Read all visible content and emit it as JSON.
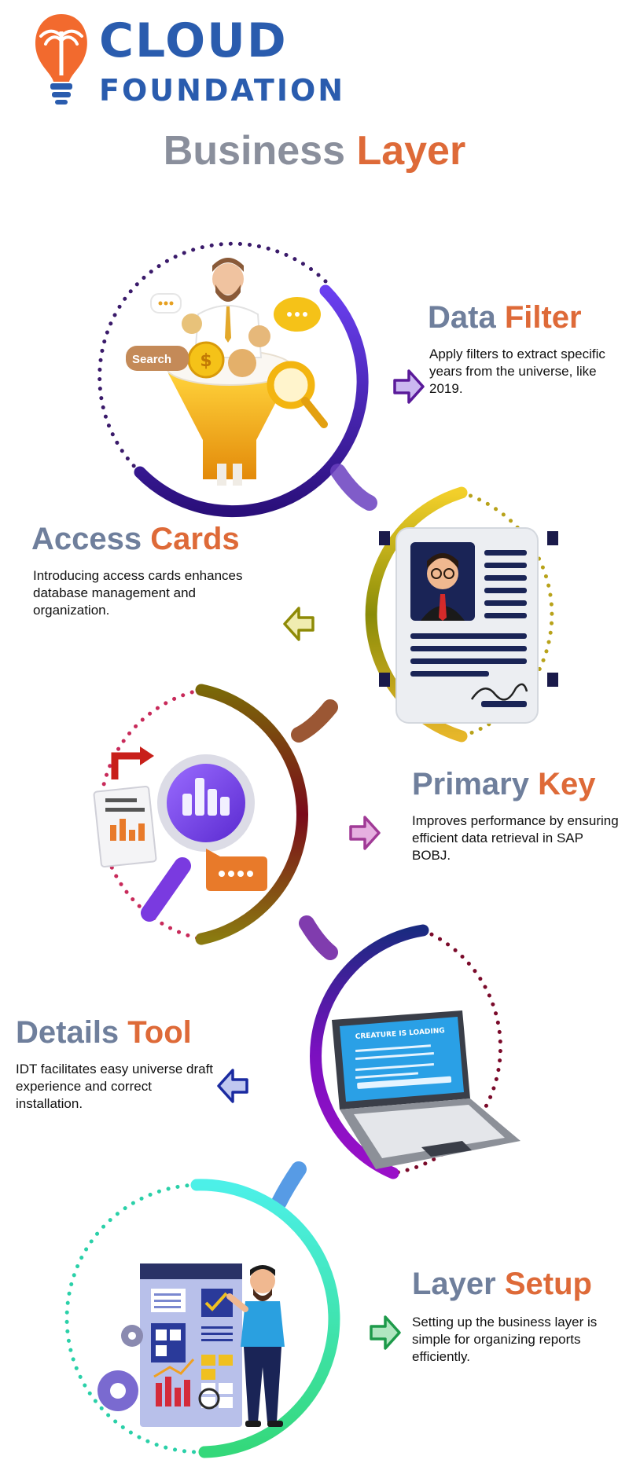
{
  "brand": {
    "line1": "CLOUD",
    "line2": "FOUNDATION",
    "logo": "lightbulb-palm-icon",
    "color": "#2a5cae",
    "accent": "#f26a2e"
  },
  "title": {
    "word1": "Business",
    "word2": "Layer"
  },
  "colors": {
    "title_gray": "#8a8f9c",
    "title_orange": "#de6a38",
    "section_gray": "#6f7f9c"
  },
  "sections": [
    {
      "title_word1": "Data",
      "title_word2": "Filter",
      "body": "Apply filters to extract specific years from the universe, like 2019.",
      "illustration": "funnel-search-icon",
      "search_label": "Search",
      "arrow": "arrow-right-icon",
      "arrow_color": "#5a1a9a"
    },
    {
      "title_word1": "Access",
      "title_word2": "Cards",
      "body": "Introducing access cards enhances database management and organization.",
      "illustration": "id-card-icon",
      "arrow": "arrow-left-icon",
      "arrow_color": "#8e8a06"
    },
    {
      "title_word1": "Primary",
      "title_word2": "Key",
      "body": "Improves performance by ensuring efficient data retrieval in SAP BOBJ.",
      "illustration": "magnifier-chart-icon",
      "arrow": "arrow-right-icon",
      "arrow_color": "#a03a96"
    },
    {
      "title_word1": "Details",
      "title_word2": "Tool",
      "body": "IDT facilitates easy universe draft experience and correct installation.",
      "illustration": "laptop-icon",
      "screen_title": "CREATURE IS LOADING",
      "arrow": "arrow-left-icon",
      "arrow_color": "#1a2aa0"
    },
    {
      "title_word1": "Layer",
      "title_word2": "Setup",
      "body": "Setting up the business layer is simple for organizing reports efficiently.",
      "illustration": "dashboard-person-icon",
      "arrow": "arrow-right-icon",
      "arrow_color": "#1d9a4a"
    }
  ]
}
